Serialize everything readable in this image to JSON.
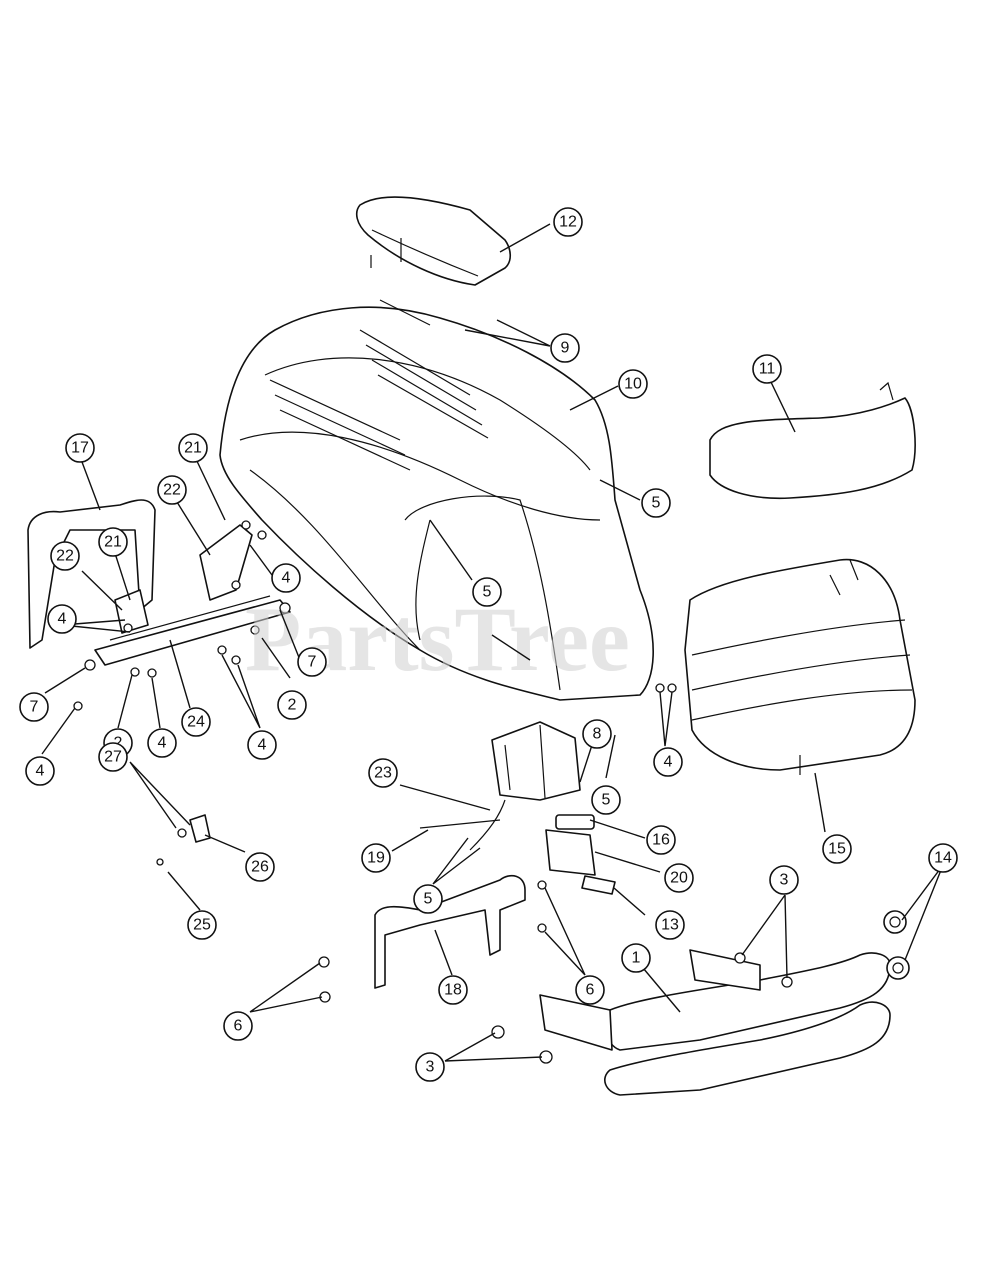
{
  "watermark": "PartsTree",
  "callouts": [
    {
      "id": "c12",
      "label": "12"
    },
    {
      "id": "c9",
      "label": "9"
    },
    {
      "id": "c10",
      "label": "10"
    },
    {
      "id": "c11",
      "label": "11"
    },
    {
      "id": "c5a",
      "label": "5"
    },
    {
      "id": "c17",
      "label": "17"
    },
    {
      "id": "c21a",
      "label": "21"
    },
    {
      "id": "c22a",
      "label": "22"
    },
    {
      "id": "c21b",
      "label": "21"
    },
    {
      "id": "c22b",
      "label": "22"
    },
    {
      "id": "c4a",
      "label": "4"
    },
    {
      "id": "c4b",
      "label": "4"
    },
    {
      "id": "c5b",
      "label": "5"
    },
    {
      "id": "c7a",
      "label": "7"
    },
    {
      "id": "c2a",
      "label": "2"
    },
    {
      "id": "c7b",
      "label": "7"
    },
    {
      "id": "c4c",
      "label": "4"
    },
    {
      "id": "c2b",
      "label": "2"
    },
    {
      "id": "c4d",
      "label": "4"
    },
    {
      "id": "c24",
      "label": "24"
    },
    {
      "id": "c4e",
      "label": "4"
    },
    {
      "id": "c8",
      "label": "8"
    },
    {
      "id": "c4f",
      "label": "4"
    },
    {
      "id": "c5c",
      "label": "5"
    },
    {
      "id": "c15",
      "label": "15"
    },
    {
      "id": "c23",
      "label": "23"
    },
    {
      "id": "c27",
      "label": "27"
    },
    {
      "id": "c16",
      "label": "16"
    },
    {
      "id": "c26",
      "label": "26"
    },
    {
      "id": "c19",
      "label": "19"
    },
    {
      "id": "c20",
      "label": "20"
    },
    {
      "id": "c14",
      "label": "14"
    },
    {
      "id": "c5d",
      "label": "5"
    },
    {
      "id": "c3a",
      "label": "3"
    },
    {
      "id": "c25",
      "label": "25"
    },
    {
      "id": "c13",
      "label": "13"
    },
    {
      "id": "c1",
      "label": "1"
    },
    {
      "id": "c18",
      "label": "18"
    },
    {
      "id": "c6a",
      "label": "6"
    },
    {
      "id": "c6b",
      "label": "6"
    },
    {
      "id": "c3b",
      "label": "3"
    }
  ]
}
